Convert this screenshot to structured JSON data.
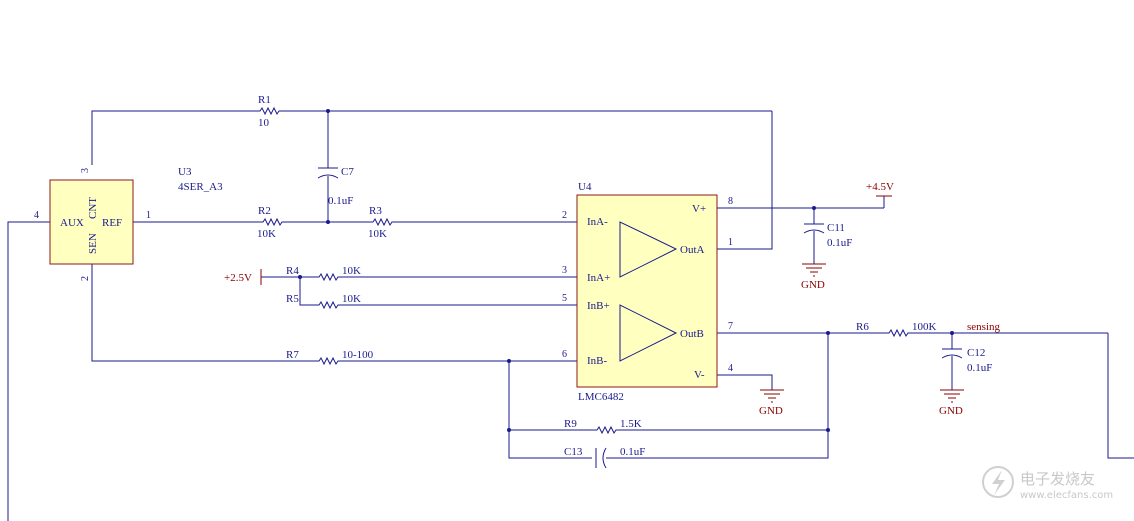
{
  "u3": {
    "designator": "U3",
    "part": "4SER_A3",
    "pin_aux": "AUX",
    "pin_ref": "REF",
    "pin_cnt": "CNT",
    "pin_sen": "SEN",
    "pin_num_1": "1",
    "pin_num_2": "2",
    "pin_num_3": "3",
    "pin_num_4": "4"
  },
  "u4": {
    "designator": "U4",
    "part": "LMC6482",
    "pin_ina_minus": "InA-",
    "pin_ina_plus": "InA+",
    "pin_inb_plus": "InB+",
    "pin_inb_minus": "InB-",
    "pin_vplus": "V+",
    "pin_vminus": "V-",
    "pin_outa": "OutA",
    "pin_outb": "OutB",
    "pin_num_1": "1",
    "pin_num_2": "2",
    "pin_num_3": "3",
    "pin_num_4": "4",
    "pin_num_5": "5",
    "pin_num_6": "6",
    "pin_num_7": "7",
    "pin_num_8": "8"
  },
  "components": {
    "r1": {
      "name": "R1",
      "value": "10"
    },
    "r2": {
      "name": "R2",
      "value": "10K"
    },
    "r3": {
      "name": "R3",
      "value": "10K"
    },
    "r4": {
      "name": "R4",
      "value": "10K"
    },
    "r5": {
      "name": "R5",
      "value": "10K"
    },
    "r6": {
      "name": "R6",
      "value": "100K"
    },
    "r7": {
      "name": "R7",
      "value": "10-100"
    },
    "r9": {
      "name": "R9",
      "value": "1.5K"
    },
    "c7": {
      "name": "C7",
      "value": "0.1uF"
    },
    "c11": {
      "name": "C11",
      "value": "0.1uF"
    },
    "c12": {
      "name": "C12",
      "value": "0.1uF"
    },
    "c13": {
      "name": "C13",
      "value": "0.1uF"
    }
  },
  "power": {
    "plus_4v5": "+4.5V",
    "plus_2v5": "+2.5V",
    "gnd": "GND"
  },
  "nets": {
    "sensing": "sensing"
  },
  "watermark": {
    "cn": "电子发烧友",
    "url": "www.elecfans.com"
  },
  "colors": {
    "wire": "#1a1a8c",
    "power": "#8b0000",
    "chip_fill": "#ffffc0"
  }
}
